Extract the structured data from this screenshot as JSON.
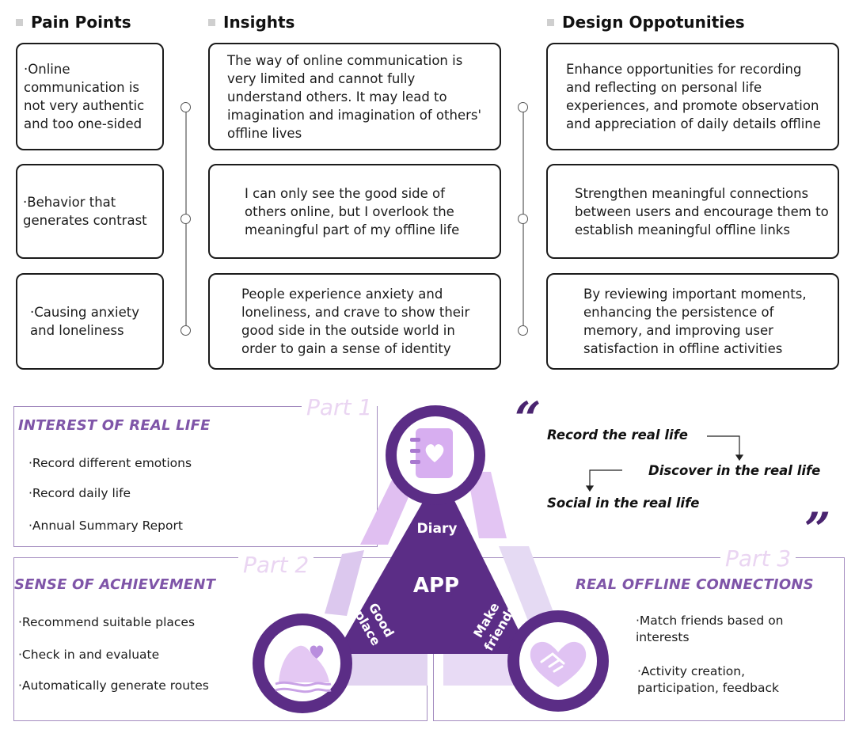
{
  "columns": {
    "pain_points": {
      "title": "Pain Points",
      "items": [
        "·Online communication is not very authentic and too one-sided",
        "·Behavior that generates contrast",
        "·Causing anxiety and loneliness"
      ]
    },
    "insights": {
      "title": "Insights",
      "items": [
        "The way of online communication is very limited and cannot fully understand others. It may lead to imagination and imagination of others' offline lives",
        "I can only see the good side of others online, but I overlook the meaningful part of my offline life",
        "People experience anxiety and loneliness, and crave to show their good side in the outside world in order to gain a sense of identity"
      ]
    },
    "design_opportunities": {
      "title": "Design Oppotunities",
      "items": [
        "Enhance opportunities for recording and reflecting on personal life experiences, and promote observation and appreciation of daily details offline",
        "Strengthen meaningful connections between users and encourage them to establish meaningful offline links",
        "By reviewing important moments, enhancing the persistence of memory, and improving user satisfaction in offline activities"
      ]
    }
  },
  "parts": [
    {
      "label": "Part 1",
      "title": "INTEREST OF REAL LIFE",
      "items": [
        "·Record different emotions",
        "·Record daily life",
        "·Annual Summary Report"
      ]
    },
    {
      "label": "Part 2",
      "title": "SENSE OF ACHIEVEMENT",
      "items": [
        "·Recommend suitable places",
        "·Check in and evaluate",
        "·Automatically generate routes"
      ]
    },
    {
      "label": "Part 3",
      "title": "REAL OFFLINE CONNECTIONS",
      "items": [
        "·Match friends based on interests",
        "·Activity creation, participation, feedback"
      ]
    }
  ],
  "diagram": {
    "center": "APP",
    "top_label": "Diary",
    "left_label": [
      "Good",
      "place"
    ],
    "right_label": [
      "Make",
      "friends"
    ],
    "icons": [
      "diary-heart-icon",
      "place-heart-icon",
      "handshake-heart-icon"
    ]
  },
  "flow": {
    "open_quote": "“",
    "close_quote": "”",
    "steps": [
      "Record the real life",
      "Discover in the real life",
      "Social in the real life"
    ]
  },
  "colors": {
    "dark_purple": "#5b2d86",
    "mid_purple": "#7f55a8",
    "light_purple": "#d9b8ee",
    "pale_lavender": "#e3d6f2",
    "panel_border": "#a38bbf",
    "part_label": "#ead5f2"
  }
}
